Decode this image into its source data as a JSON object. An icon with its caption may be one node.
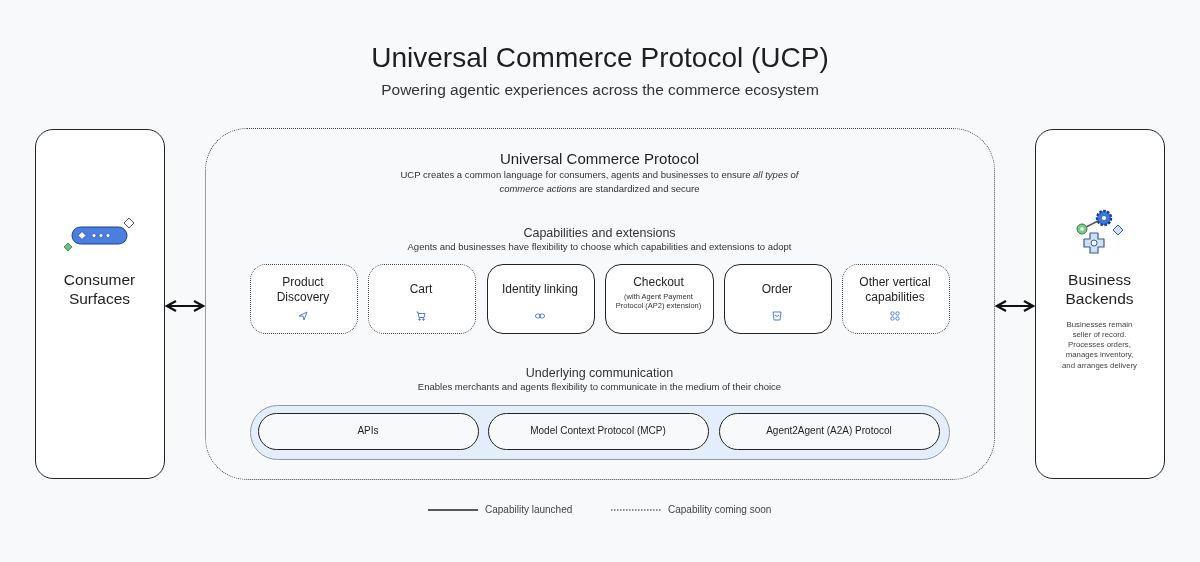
{
  "diagram": {
    "title": "Universal Commerce Protocol (UCP)",
    "nodes": [
      {
        "text": [
          "Consumer Surfaces"
        ]
      },
      {
        "text": [
          "Universal Commerce Protocol",
          "UCP creates a common language for consumers, agents and businesses to ensure *all types of commerce actions* are standardized and secure",
          "Capabilities and extensions",
          "Agents and businesses have flexibility to choose which capabilities and extensions to adopt",
          "Underlying communication",
          "Enables merchants and agents flexibility to communicate in the medium of their choice"
        ]
      },
      {
        "text": [
          "Product Discovery"
        ],
        "in": 1
      },
      {
        "text": [
          "Cart"
        ],
        "in": 1
      },
      {
        "text": [
          "Identity linking"
        ],
        "in": 1
      },
      {
        "text": [
          "Checkout",
          "(with Agent Payment Protocol (AP2) extension)"
        ],
        "in": 1
      },
      {
        "text": [
          "Order"
        ],
        "in": 1
      },
      {
        "text": [
          "Other vertical capabilities"
        ],
        "in": 1
      },
      {
        "text": [],
        "shape": "box",
        "in": 1
      },
      {
        "text": [
          "APIs"
        ],
        "in": 8
      },
      {
        "text": [
          "Model Context Protocol (MCP)"
        ],
        "in": 8
      },
      {
        "text": [
          "Agent2Agent (A2A) Protocol"
        ],
        "in": 8
      },
      {
        "text": [
          "Business Backends",
          "Businesses remain seller of record. Processes orders, manages inventory, and arranges delivery"
        ]
      }
    ],
    "edges": [
      {
        "from": 0,
        "to": 1,
        "arrow": "both"
      },
      {
        "from": 1,
        "to": 12,
        "arrow": "both"
      }
    ],
    "labels": [
      "Powering agentic experiences across the commerce ecosystem"
    ],
    "legend": [
      {
        "text": "Capability launched"
      },
      {
        "text": "Capability coming soon"
      }
    ]
  }
}
